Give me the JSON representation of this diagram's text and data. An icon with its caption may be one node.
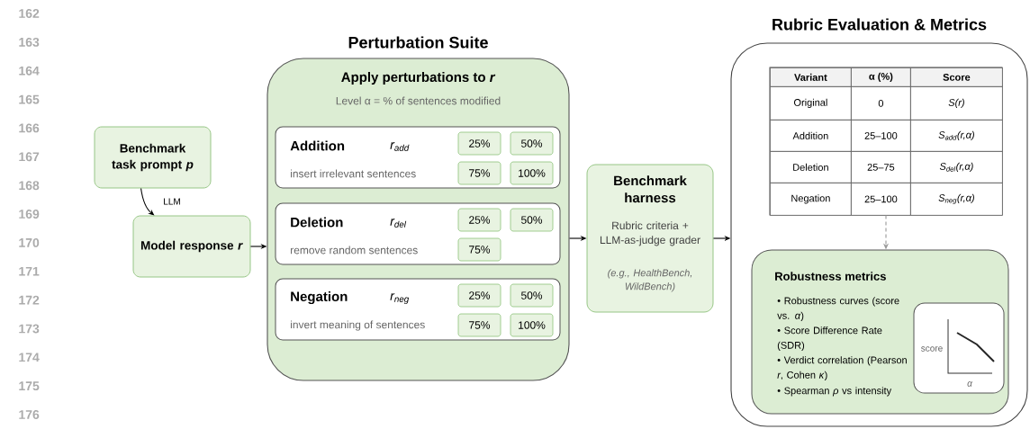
{
  "diagram": {
    "nodes": [
      {
        "text": [
          "Benchmark task prompt *p*"
        ]
      },
      {
        "text": [
          "Model response *r*"
        ]
      },
      {
        "text": [
          "Perturbation Suite",
          "Apply perturbations to *r*",
          "Level α = % of sentences modified"
        ]
      },
      {
        "text": [
          "Addition",
          "r$_{add}$",
          "insert irrelevant sentences"
        ],
        "in": 2
      },
      {
        "text": [
          "25%"
        ],
        "in": 3
      },
      {
        "text": [
          "50%"
        ],
        "in": 3
      },
      {
        "text": [
          "75%"
        ],
        "in": 3
      },
      {
        "text": [
          "100%"
        ],
        "in": 3
      },
      {
        "text": [
          "Deletion",
          "r$_{del}$",
          "remove random sentences"
        ],
        "in": 2
      },
      {
        "text": [
          "25%"
        ],
        "in": 8
      },
      {
        "text": [
          "50%"
        ],
        "in": 8
      },
      {
        "text": [
          "75%"
        ],
        "in": 8
      },
      {
        "text": [
          "Negation",
          "r$_{neg}$",
          "invert meaning of sentences"
        ],
        "in": 2
      },
      {
        "text": [
          "25%"
        ],
        "in": 12
      },
      {
        "text": [
          "50%"
        ],
        "in": 12
      },
      {
        "text": [
          "75%"
        ],
        "in": 12
      },
      {
        "text": [
          "100%"
        ],
        "in": 12
      },
      {
        "text": [
          "Benchmark harness",
          "Rubric criteria + LLM-as-judge grader",
          "(e.g., HealthBench, WildBench)"
        ]
      },
      {
        "text": [
          "Rubric Evaluation & Metrics"
        ]
      },
      {
        "text": [
          "Variant",
          "α (%)",
          "Score",
          "Original",
          "0",
          "S(r)",
          "Addition",
          "25–100",
          "S$_{add}$(r,α)",
          "Deletion",
          "25–75",
          "S$_{del}$(r,α)",
          "Negation",
          "25–100",
          "S$_{neg}$(r,α)"
        ],
        "in": 18
      },
      {
        "text": [
          "Robustness metrics",
          "• Robustness curves (score vs. *α*)",
          "• Score Difference Rate (SDR)",
          "• Verdict correlation (Pearson *r*, Cohen *κ*)",
          "• Spearman *ρ* vs intensity"
        ],
        "in": 18
      },
      {
        "text": [
          "score",
          "α"
        ],
        "in": 20
      }
    ],
    "edges": [
      {
        "from": 0,
        "to": 1,
        "arrow": "to",
        "label": "LLM"
      },
      {
        "from": 1,
        "to": 2,
        "arrow": "to"
      },
      {
        "from": 2,
        "to": 17,
        "arrow": "to"
      },
      {
        "from": 17,
        "to": 18,
        "arrow": "to"
      },
      {
        "from": 19,
        "to": 20,
        "arrow": "to",
        "style": "dashed",
        "color": "#999999"
      }
    ],
    "labels": [
      "162",
      "163",
      "164",
      "165",
      "166",
      "167",
      "168",
      "169",
      "170",
      "171",
      "172",
      "173",
      "174",
      "175",
      "176"
    ]
  }
}
